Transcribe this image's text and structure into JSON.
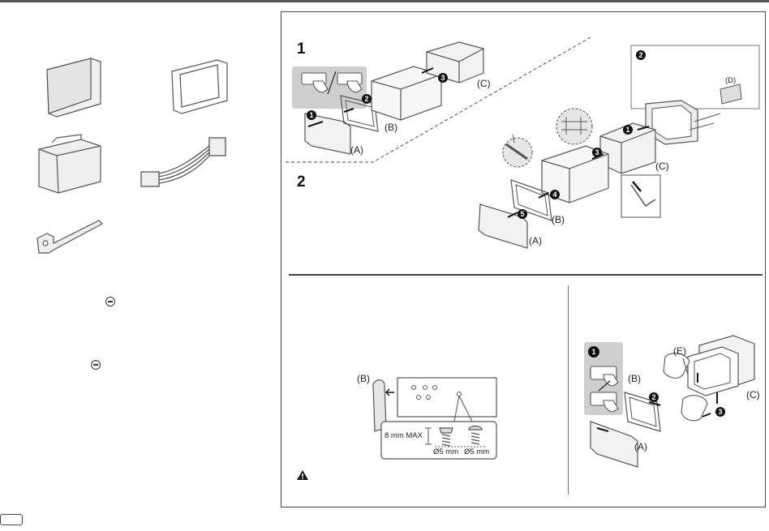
{
  "step_one": "1",
  "step_two": "2",
  "labels": {
    "A": "(A)",
    "B": "(B)",
    "C": "(C)",
    "D": "(D)",
    "E": "(E)"
  },
  "screw_spec": {
    "max_depth": "8 mm MAX",
    "diameter_left": "Ø5 mm",
    "diameter_right": "Ø5 mm"
  },
  "icons": [
    "minus-circle-icon",
    "warning-icon",
    "hand-press-icon"
  ],
  "colors": {
    "line": "#444444",
    "callout_bg": "#cfcfcf",
    "badge": "#111111"
  }
}
